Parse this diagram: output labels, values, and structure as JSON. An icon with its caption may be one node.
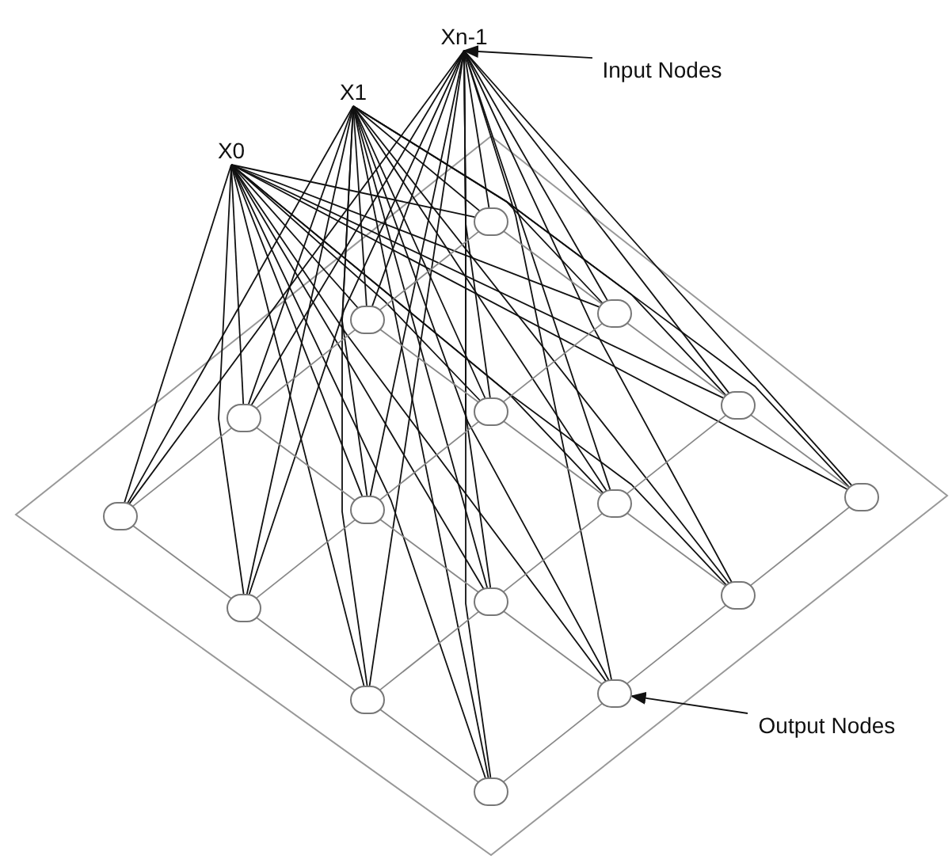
{
  "diagram": {
    "nodes": [
      {
        "text": [
          "X0"
        ]
      },
      {
        "text": [
          "X1"
        ]
      },
      {
        "text": [
          "Xn-1"
        ]
      },
      {
        "text": [],
        "shape": "circle"
      },
      {
        "text": [],
        "shape": "circle"
      },
      {
        "text": [],
        "shape": "circle"
      },
      {
        "text": [],
        "shape": "circle"
      },
      {
        "text": [],
        "shape": "circle"
      },
      {
        "text": [],
        "shape": "circle"
      },
      {
        "text": [],
        "shape": "circle"
      },
      {
        "text": [],
        "shape": "circle"
      },
      {
        "text": [],
        "shape": "circle"
      },
      {
        "text": [],
        "shape": "circle"
      },
      {
        "text": [],
        "shape": "circle"
      },
      {
        "text": [],
        "shape": "circle"
      },
      {
        "text": [],
        "shape": "circle"
      },
      {
        "text": [],
        "shape": "circle"
      },
      {
        "text": [],
        "shape": "circle"
      },
      {
        "text": [],
        "shape": "circle"
      },
      {
        "text": [
          "Input Nodes"
        ]
      },
      {
        "text": [
          "Output Nodes"
        ]
      }
    ],
    "edges": [
      {
        "from": 0,
        "to": 3,
        "arrow": "none"
      },
      {
        "from": 0,
        "to": 4,
        "arrow": "none"
      },
      {
        "from": 0,
        "to": 5,
        "arrow": "none"
      },
      {
        "from": 0,
        "to": 6,
        "arrow": "none"
      },
      {
        "from": 0,
        "to": 7,
        "arrow": "none"
      },
      {
        "from": 0,
        "to": 8,
        "arrow": "none"
      },
      {
        "from": 0,
        "to": 9,
        "arrow": "none"
      },
      {
        "from": 0,
        "to": 10,
        "arrow": "none"
      },
      {
        "from": 0,
        "to": 11,
        "arrow": "none"
      },
      {
        "from": 0,
        "to": 12,
        "arrow": "none"
      },
      {
        "from": 0,
        "to": 13,
        "arrow": "none"
      },
      {
        "from": 0,
        "to": 14,
        "arrow": "none"
      },
      {
        "from": 0,
        "to": 15,
        "arrow": "none"
      },
      {
        "from": 0,
        "to": 16,
        "arrow": "none"
      },
      {
        "from": 0,
        "to": 17,
        "arrow": "none"
      },
      {
        "from": 0,
        "to": 18,
        "arrow": "none"
      },
      {
        "from": 1,
        "to": 3,
        "arrow": "none"
      },
      {
        "from": 1,
        "to": 4,
        "arrow": "none"
      },
      {
        "from": 1,
        "to": 5,
        "arrow": "none"
      },
      {
        "from": 1,
        "to": 6,
        "arrow": "none"
      },
      {
        "from": 1,
        "to": 7,
        "arrow": "none"
      },
      {
        "from": 1,
        "to": 8,
        "arrow": "none"
      },
      {
        "from": 1,
        "to": 9,
        "arrow": "none"
      },
      {
        "from": 1,
        "to": 10,
        "arrow": "none"
      },
      {
        "from": 1,
        "to": 11,
        "arrow": "none"
      },
      {
        "from": 1,
        "to": 12,
        "arrow": "none"
      },
      {
        "from": 1,
        "to": 13,
        "arrow": "none"
      },
      {
        "from": 1,
        "to": 14,
        "arrow": "none"
      },
      {
        "from": 1,
        "to": 15,
        "arrow": "none"
      },
      {
        "from": 1,
        "to": 16,
        "arrow": "none"
      },
      {
        "from": 1,
        "to": 17,
        "arrow": "none"
      },
      {
        "from": 1,
        "to": 18,
        "arrow": "none"
      },
      {
        "from": 2,
        "to": 3,
        "arrow": "none"
      },
      {
        "from": 2,
        "to": 4,
        "arrow": "none"
      },
      {
        "from": 2,
        "to": 5,
        "arrow": "none"
      },
      {
        "from": 2,
        "to": 6,
        "arrow": "none"
      },
      {
        "from": 2,
        "to": 7,
        "arrow": "none"
      },
      {
        "from": 2,
        "to": 8,
        "arrow": "none"
      },
      {
        "from": 2,
        "to": 9,
        "arrow": "none"
      },
      {
        "from": 2,
        "to": 10,
        "arrow": "none"
      },
      {
        "from": 2,
        "to": 11,
        "arrow": "none"
      },
      {
        "from": 2,
        "to": 12,
        "arrow": "none"
      },
      {
        "from": 2,
        "to": 13,
        "arrow": "none"
      },
      {
        "from": 2,
        "to": 14,
        "arrow": "none"
      },
      {
        "from": 2,
        "to": 15,
        "arrow": "none"
      },
      {
        "from": 2,
        "to": 16,
        "arrow": "none"
      },
      {
        "from": 2,
        "to": 17,
        "arrow": "none"
      },
      {
        "from": 2,
        "to": 18,
        "arrow": "none"
      },
      {
        "from": 3,
        "to": 4,
        "arrow": "none",
        "color": "#888888"
      },
      {
        "from": 4,
        "to": 5,
        "arrow": "none",
        "color": "#888888"
      },
      {
        "from": 5,
        "to": 6,
        "arrow": "none",
        "color": "#888888"
      },
      {
        "from": 7,
        "to": 8,
        "arrow": "none",
        "color": "#888888"
      },
      {
        "from": 8,
        "to": 9,
        "arrow": "none",
        "color": "#888888"
      },
      {
        "from": 9,
        "to": 10,
        "arrow": "none",
        "color": "#888888"
      },
      {
        "from": 11,
        "to": 12,
        "arrow": "none",
        "color": "#888888"
      },
      {
        "from": 12,
        "to": 13,
        "arrow": "none",
        "color": "#888888"
      },
      {
        "from": 13,
        "to": 14,
        "arrow": "none",
        "color": "#888888"
      },
      {
        "from": 15,
        "to": 16,
        "arrow": "none",
        "color": "#888888"
      },
      {
        "from": 16,
        "to": 17,
        "arrow": "none",
        "color": "#888888"
      },
      {
        "from": 17,
        "to": 18,
        "arrow": "none",
        "color": "#888888"
      },
      {
        "from": 3,
        "to": 7,
        "arrow": "none",
        "color": "#888888"
      },
      {
        "from": 7,
        "to": 11,
        "arrow": "none",
        "color": "#888888"
      },
      {
        "from": 11,
        "to": 15,
        "arrow": "none",
        "color": "#888888"
      },
      {
        "from": 4,
        "to": 8,
        "arrow": "none",
        "color": "#888888"
      },
      {
        "from": 8,
        "to": 12,
        "arrow": "none",
        "color": "#888888"
      },
      {
        "from": 12,
        "to": 16,
        "arrow": "none",
        "color": "#888888"
      },
      {
        "from": 5,
        "to": 9,
        "arrow": "none",
        "color": "#888888"
      },
      {
        "from": 9,
        "to": 13,
        "arrow": "none",
        "color": "#888888"
      },
      {
        "from": 13,
        "to": 17,
        "arrow": "none",
        "color": "#888888"
      },
      {
        "from": 6,
        "to": 10,
        "arrow": "none",
        "color": "#888888"
      },
      {
        "from": 10,
        "to": 14,
        "arrow": "none",
        "color": "#888888"
      },
      {
        "from": 14,
        "to": 18,
        "arrow": "none",
        "color": "#888888"
      },
      {
        "from": 19,
        "to": 2,
        "arrow": "to"
      },
      {
        "from": 20,
        "to": 14,
        "arrow": "to"
      }
    ]
  }
}
